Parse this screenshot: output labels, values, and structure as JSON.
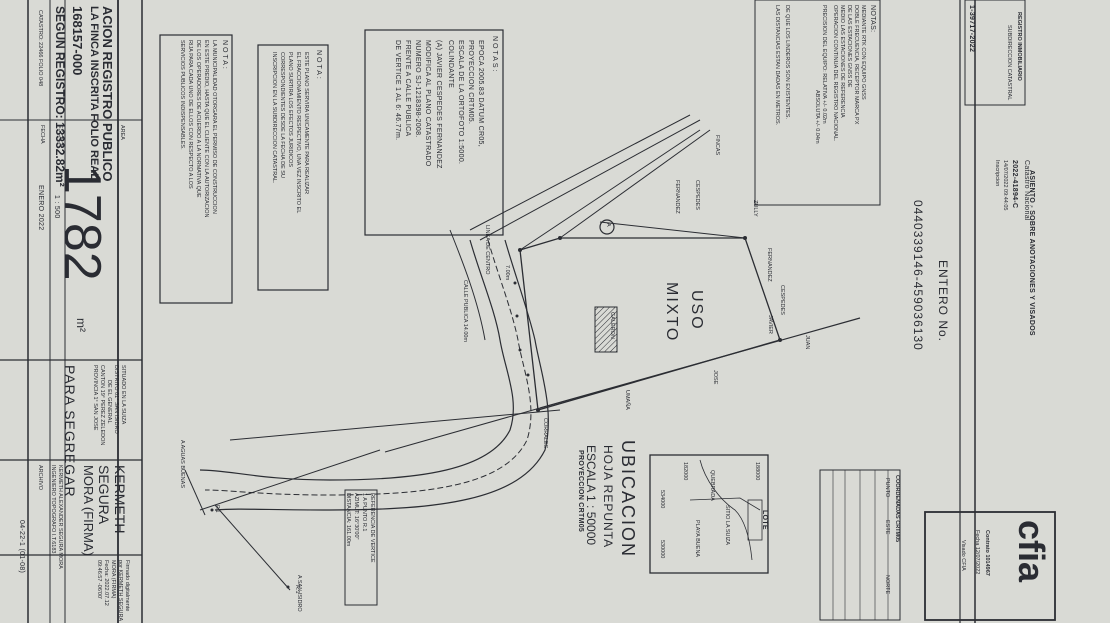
{
  "title_block": {
    "heading_line1": "ACION REGISTRO PUBLICO",
    "heading_line2": "LA FINCA INSCRITA FOLIO REAL",
    "folio_real": "168157-000",
    "segun_registro": "SEGUN REGISTRO: 13332.82m²",
    "folio_small": "CATASTRO: 22466   FOLIO 048",
    "area_label": "AREA",
    "area_value": "1782",
    "area_unit": "m²",
    "escala_label": "ESCALA",
    "escala_value": "1 : 500",
    "fecha_label": "FECHA",
    "fecha_value": "ENERO 2022",
    "situado_lines": [
      "SITUADO EN LA SUIZA",
      "DISTRITO 01° SAN ISIDRO",
      "DE EL GENERAL",
      "CANTON 19° PEREZ ZELEDON",
      "PROVINCIA 1° SAN JOSE"
    ],
    "owner_line1": "KERMETH",
    "owner_line2": "SEGURA",
    "owner_line3": "MORA (FIRMA)",
    "owner_detail": "KERMETH ALEXANDER SEGURA MORA",
    "owner_detail2": "INGENIERO TOPOGRAFO I.T.6183",
    "para_segregar": "PARA SEGREGAR",
    "archivo": "ARCHIVO",
    "archivo_code": "04-22-1  (01-08)",
    "digital_signature": [
      "Firmado digitalmente",
      "por KERMETH SEGURA",
      "MORA (FIRMA)",
      "Fecha: 2022.07.12",
      "09:46:57 -06'00'"
    ]
  },
  "notes": {
    "nota_box_title": "NOTA:",
    "nota_box_text": [
      "LA MUNICIPALIDAD OTORGARA EL PERMISO DE CONSTRUCCION",
      "EN ESTE PREDIO, HASTA QUE EL CLIENTE CON LA AUTORIZACION",
      "DE LOS OPERADORES DE ACUERDO A LA NORMATIVA QUE",
      "RIJA PARA CADA UNO DE ELLOS CON RESPECTO A LOS",
      "SERVICIOS PUBLICOS INDISPENSABLES."
    ],
    "nota2_title": "NOTA:",
    "nota2_text": [
      "ESTE PLANO SERVIRA UNICAMENTE PARA REALIZAR",
      "EL FRACCIONAMIENTO RESPECTIVO, UNA VEZ INSCRITO EL",
      "PLANO SURTIRA LOS EFECTOS JURIDICOS",
      "CORRESPONDIENTES DESDE LA FECHA DE SU",
      "INSCRIPCION EN LA SUBDIRECCION CATASTRAL."
    ],
    "notas_title": "NOTAS:",
    "notas_text": [
      "EPOCA 2005.83  DATUM CR05,",
      "PROYECCION CRTM05.",
      "ESCALA DE LA ORTOFOTO 1:5000.",
      "COLINDANTE",
      "(A) JAVIER CESPEDES FERNANDEZ",
      "MODIFICA AL PLANO CATASTRADO",
      "NUMERO SJ-1218398-2008.",
      "FRENTE A CALLE PUBLICA",
      "DE VERTICE 1 AL 6: 46.77m."
    ],
    "top_notas_title": "NOTAS:",
    "top_notas_text": [
      "MEDIANTE RTK CON EQUIPO GNSS",
      "DOBLE FRECUENCIA, RECEPTOR MARCA PX",
      "DE LAS ESTACIONES GNSS DE",
      "MEDIO LAS ESTACIONES DE REFERENCIA",
      "OPERACION CONTINUA DEL REGISTRO NACIONAL.",
      "PRECISION DEL EQUIPO: RELATIVA +/- 0.02m",
      "ABSOLUTA +/- 0.04m",
      "DE QUE LOS LINDEROS SON EXISTENTES.",
      "LAS DISTANCIAS ESTAN DADAS EN METROS."
    ]
  },
  "registry_stamp": {
    "header": "REGISTRO INMOBILIARIO",
    "sub": "SUBDIRECCION CATASTRAL",
    "number": "1-39717-2022",
    "catastro_nacional": "Catastro Nacional",
    "catastro_number": "2022-41894-C",
    "catastro_date": "14/07/2022  09:44:05",
    "catastro_status": "Inscripcion",
    "top_title": "ASIENTO - SOBRE ANOTACIONES Y VISADOS",
    "entero_label": "ENTERO No.",
    "entero_value": "0440339146-459036130"
  },
  "cfia": {
    "logo": "cfia",
    "contrato": "Contrato 1014967",
    "fecha": "Fecha 12/07/2022",
    "visado": "Visado CFIA"
  },
  "ubicacion": {
    "title": "UBICACION",
    "hoja": "HOJA REPUNTA",
    "escala": "ESCALA 1 : 50000",
    "proyeccion": "PROYECCION CRTM05",
    "lote": "LOTE",
    "coords": [
      "188000",
      "182000",
      "534000",
      "530000"
    ],
    "small_labels": [
      "SITIO LA SUIZA",
      "PLAYA BUENA",
      "QUEBRADA"
    ]
  },
  "coord_table": {
    "header": "COORDENADAS CRTM05",
    "cols": [
      "PUNTO",
      "ESTE",
      "NORTE"
    ]
  },
  "plan": {
    "uso": "USO",
    "mixto": "MIXTO",
    "galeron": "GALERON",
    "colindantes": [
      "FINCAS",
      "ZULLY",
      "CESPEDES",
      "FERNANDEZ",
      "FERNANDEZ",
      "CESPEDES",
      "JAVIER",
      "JUAN",
      "JOSE",
      "UMAÑA",
      "CORRALES"
    ],
    "linea_centro": "LINEA DE CENTRO",
    "calle_publica": "CALLE PUBLICA 14.00m",
    "width_label": "7.00m",
    "a_label": "A",
    "aguas_buenas": "A AGUAS BUENAS",
    "san_isidro": "A SAN ISIDRO",
    "referencia": [
      "REFERENCIA DE VERTICE",
      "1 A PUNTO R.1",
      "AZIMUT: 16°30'00\"",
      "DISTANCIA: 161.00m"
    ],
    "r1": "R.1",
    "p1": "P.1"
  }
}
